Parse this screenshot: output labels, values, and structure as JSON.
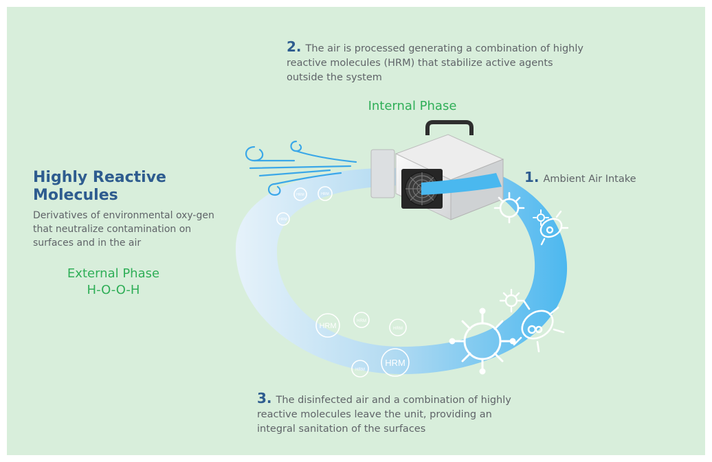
{
  "step2": {
    "number": "2.",
    "text": "The air is processed generating a combination of highly reactive molecules (HRM) that stabilize active agents outside the system"
  },
  "internal_phase": "Internal Phase",
  "step1": {
    "number": "1.",
    "text": "Ambient Air Intake"
  },
  "hrm": {
    "title": "Highly Reactive Molecules",
    "description": "Derivatives of environmental oxy-gen that neutralize contamination on surfaces and in the air",
    "external_phase": "External Phase",
    "formula": "H-O-O-H"
  },
  "step3": {
    "number": "3.",
    "text": "The disinfected air and a combination of highly reactive molecules leave the unit, providing an integral sanitation of the surfaces"
  },
  "bubbles": {
    "big_label": "HRM",
    "small_label": "HRM"
  },
  "colors": {
    "background": "#d8eedb",
    "title_blue": "#2e5c8f",
    "phase_green": "#2fae57",
    "ring_blue": "#5bbcec"
  },
  "icons": [
    "air-wind-icon",
    "air-purifier-device",
    "virus-icon",
    "bacteria-icon",
    "hrm-molecule-icon"
  ]
}
